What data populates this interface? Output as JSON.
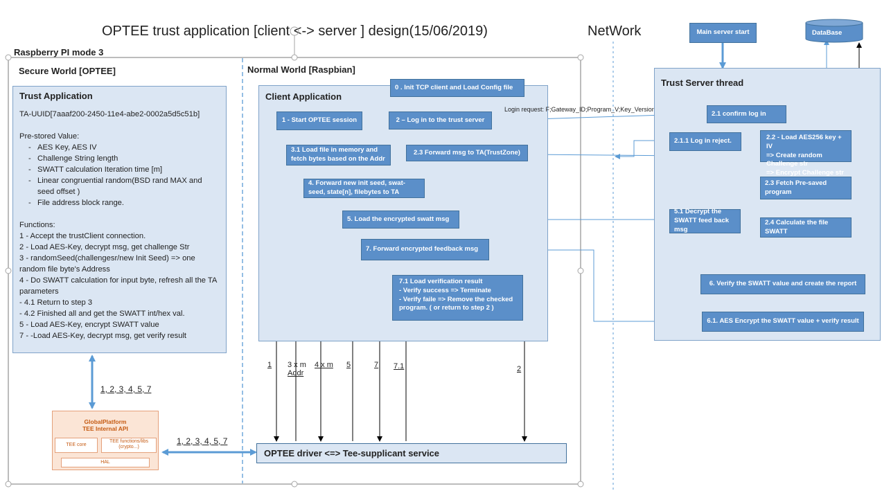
{
  "title": "OPTEE trust application [client <-> server ] design(15/06/2019)",
  "network_label": "NetWork",
  "rpi_label": "Raspberry PI mode 3",
  "secure_world": "Secure World [OPTEE]",
  "normal_world": "Normal World [Raspbian]",
  "trust_app": {
    "title": "Trust Application",
    "uuid": "TA-UUID[7aaaf200-2450-11e4-abe2-0002a5d5c51b]",
    "prestored_header": "Pre-stored Value:",
    "prestored": [
      "AES Key, AES IV",
      "Challenge String length",
      "SWATT calculation Iteration time [m]",
      "Linear congruential random(BSD rand MAX and seed offset )",
      "File address block range."
    ],
    "functions_header": "Functions:",
    "functions": [
      "1 - Accept the trustClient connection.",
      "2 - Load AES-Key, decrypt msg,  get challenge Str",
      "3 -  randomSeed(challengesr/new Init Seed) => one random file byte's Address",
      "4 - Do SWATT calculation for input byte, refresh all the TA parameters",
      "-     4.1 Return to step 3",
      "-     4.2 Finished all and get the SWATT int/hex val.",
      "5 -  Load AES-Key, encrypt SWATT value",
      "7 - -Load AES-Key, decrypt msg, get verify result"
    ]
  },
  "client_app": {
    "title": "Client  Application",
    "s0": "0 . Init TCP client  and Load Config file",
    "s1": "1 - Start OPTEE session",
    "s2": "2 – Log in to the  trust server",
    "s31": "3.1 Load file in memory and fetch bytes based on the Addr",
    "s23": "2.3 Forward msg to TA(TrustZone)",
    "s4": "4. Forward new init seed, swat-seed, state[n], filebytes to TA",
    "s5": "5. Load the encrypted swatt msg",
    "s7": "7. Forward encrypted feedback  msg",
    "s71_l1": "7.1 Load verification result",
    "s71_l2": " - Verify success => Terminate",
    "s71_l3": " -  Verify faile => Remove the checked program. ( or return to step 2 )"
  },
  "login_request": "Login request:  F;Gateway_ID;Program_V;Key_Version;C_Len",
  "server": {
    "title": "Trust Server thread",
    "main_start": "Main server start",
    "database": "DataBase",
    "s21": "2.1 confirm log in",
    "s211": "2.1.1 Log in reject.",
    "s22_l1": "2.2 - Load AES256 key + IV",
    "s22_l2": "=> Create random Challenge str",
    "s22_l3": "=>  Encrypt Challenge str",
    "s23": "2.3 Fetch Pre-saved program",
    "s51": "5.1 Decrypt the SWATT feed back msg",
    "s24": "2.4 Calculate the file SWATT",
    "s6": "6.  Verify the SWATT  value and create the report",
    "s61": "6.1. AES Encrypt  the SWATT  value + verify result"
  },
  "tee": {
    "header1": "GlobalPlatform",
    "header2": "TEE Internal API",
    "core": "TEE core",
    "funcs": "TEE functions/libs (crypto...)",
    "hal": "HAL"
  },
  "driver": "OPTEE driver  <=>  Tee-supplicant service",
  "arrow_labels": {
    "ta_tee": "1, 2, 3, 4, 5, 7",
    "tee_drv": "1, 2, 3, 4, 5, 7",
    "l1": "1",
    "l3a": "3 x m",
    "l3b": "Addr",
    "l4": "4 x m",
    "l5": "5",
    "l7": "7",
    "l71": "7.1",
    "l2": "2"
  },
  "colors": {
    "dark_box": "#5b8fc9",
    "light_box": "#dbe6f3",
    "arrow": "#5b9bd5",
    "tee_orange": "#c55a11"
  }
}
